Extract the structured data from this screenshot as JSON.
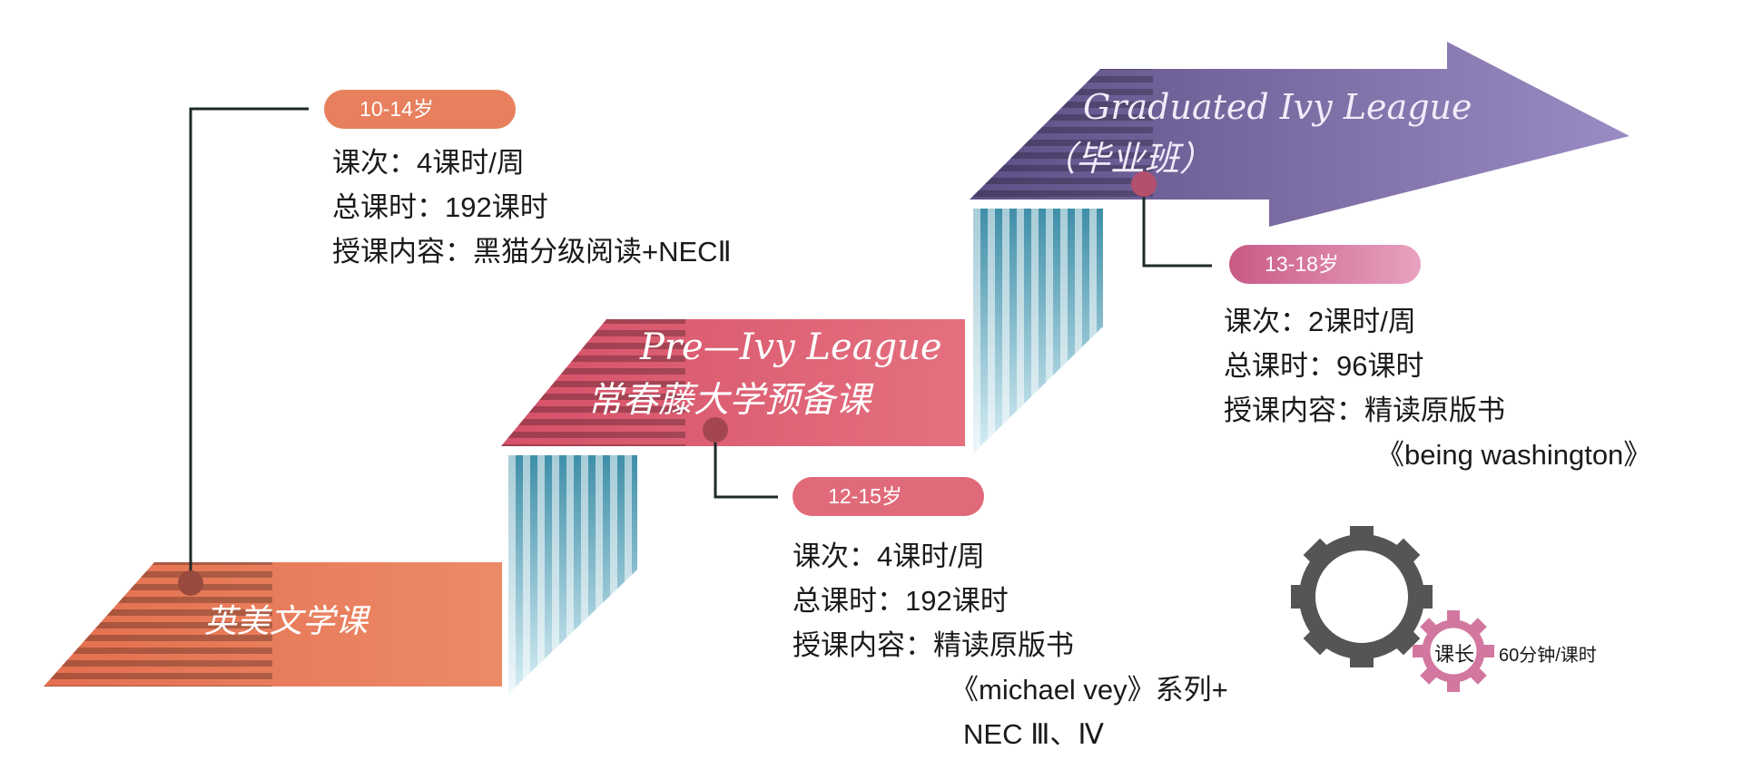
{
  "steps": [
    {
      "title": "英美文学课",
      "age": "10-14岁",
      "details": [
        "课次：4课时/周",
        "总课时：192课时",
        "授课内容：黑猫分级阅读+NECⅡ"
      ],
      "color": "#e8805e"
    },
    {
      "title_en": "Pre—Ivy League",
      "title": "常春藤大学预备课",
      "age": "12-15岁",
      "details": [
        "课次：4课时/周",
        "总课时：192课时",
        "授课内容：精读原版书",
        "《michael vey》系列+",
        "NEC Ⅲ、Ⅳ"
      ],
      "color": "#e06a7a"
    },
    {
      "title_en": "Graduated Ivy League",
      "title": "（毕业班）",
      "age": "13-18岁",
      "details": [
        "课次：2课时/周",
        "总课时：96课时",
        "授课内容：精读原版书",
        "《being washington》"
      ],
      "color": "#7d6a9e"
    }
  ],
  "duration": {
    "label": "课长",
    "value": "60分钟/课时"
  },
  "icons": {
    "large_gear": "gear-icon",
    "small_gear": "gear-icon"
  }
}
